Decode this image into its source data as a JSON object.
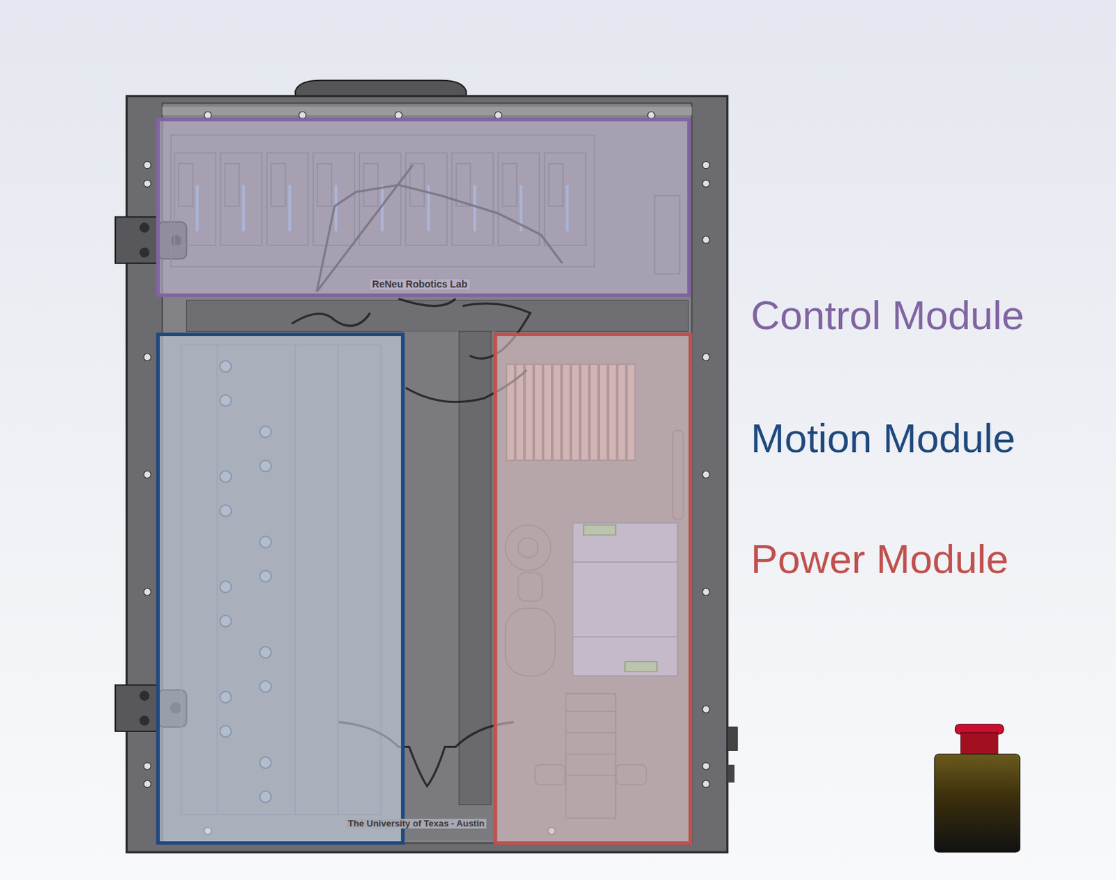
{
  "diagram": {
    "labels": [
      "ReNeu Robotics Lab",
      "The University of Texas - Austin",
      "Control Module",
      "Motion Module",
      "Power Module"
    ]
  }
}
